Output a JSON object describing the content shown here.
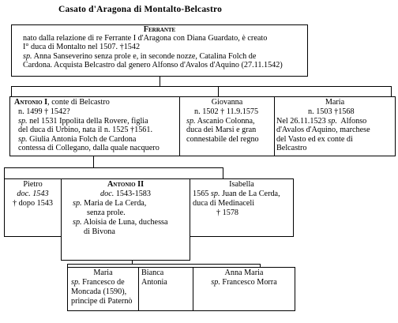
{
  "title": "Casato d'Aragona di Montalto-Belcastro",
  "gen1": {
    "name": "Ferrante",
    "line1": "nato dalla relazione di re Ferrante I d'Aragona con Diana Guardato, è creato",
    "line2": "I° duca di Montalto nel 1507. †1542",
    "sp_label": "sp.",
    "line3": "Anna Sanseverino senza prole e, in seconde nozze, Catalina  Folch  de",
    "line4": "Cardona. Acquista Belcastro dal genero Alfonso d'Avalos d'Aquino (27.11.1542)"
  },
  "gen2": {
    "antonio": {
      "name": "Antonio I",
      "title_suffix": ", conte di Belcastro",
      "l1": "n. 1499 † 1542?",
      "l2": "nel 1531 Ippolita della Rovere,  figlia",
      "l3": "del duca di Urbino, nata il n. 1525 †1561.",
      "l4": "Giulia Antonia Folch de Cardona",
      "l5": "contessa di Collegano, dalla quale nacquero"
    },
    "giovanna": {
      "name": "Giovanna",
      "l1": "n. 1502 † 11.9.1575",
      "l2": "Ascanio Colonna,",
      "l3": "duca dei Marsi e gran",
      "l4": "connestabile del regno"
    },
    "maria": {
      "name": "Maria",
      "l1": "n. 1503 †1568",
      "l2a": "Nel 26.11.1523",
      "l2b": "Alfonso",
      "l3": "d'Avalos d'Aquino, marchese",
      "l4": "del Vasto ed ex conte di",
      "l5": "Belcastro"
    }
  },
  "gen3": {
    "pietro": {
      "name": "Pietro",
      "l1": "doc. 1543",
      "l2": "† dopo 1543"
    },
    "antonio2": {
      "name": "Antonio II",
      "l1a": "doc.",
      "l1b": "1543-1583",
      "l2": "Maria de La Cerda,",
      "l3": "senza prole.",
      "l4": "Aloisia de Luna, duchessa",
      "l5": "di Bivona"
    },
    "isabella": {
      "name": "Isabella",
      "l1": "1565",
      "l1b": "Juan de La Cerda,",
      "l2": "duca di Medinaceli",
      "l3": "† 1578"
    }
  },
  "gen4": {
    "maria": {
      "name": "Maria",
      "l1": "Francesco de",
      "l2": "Moncada (1590),",
      "l3": "principe di Paternò"
    },
    "bianca": {
      "name": "Bianca",
      "l1": "Antonia"
    },
    "anna": {
      "name": "Anna Maria",
      "l1": "Francesco Morra"
    }
  },
  "sp": "sp."
}
